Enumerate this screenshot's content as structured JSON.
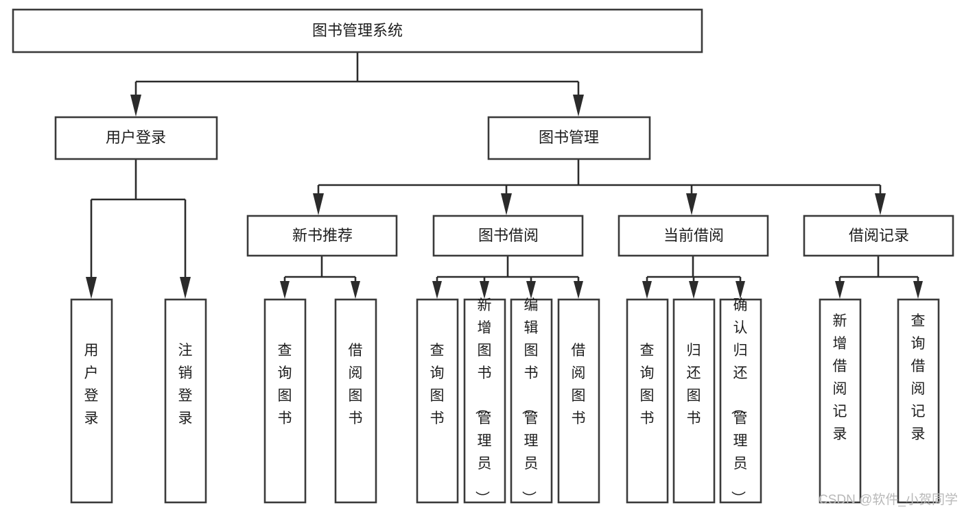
{
  "diagram": {
    "title": "图书管理系统",
    "type": "tree",
    "orientation": "top-down",
    "colors": {
      "box_stroke": "#3a3a3a",
      "box_fill": "#ffffff",
      "connector": "#2b2b2b",
      "label": "#1d1d1d",
      "background": "#ffffff",
      "watermark": "#b9b9b9"
    },
    "root": {
      "label": "图书管理系统",
      "orientation": "horizontal"
    },
    "level2": [
      {
        "label": "用户登录",
        "orientation": "horizontal"
      },
      {
        "label": "图书管理",
        "orientation": "horizontal"
      }
    ],
    "level3": [
      {
        "label": "新书推荐",
        "orientation": "horizontal"
      },
      {
        "label": "图书借阅",
        "orientation": "horizontal"
      },
      {
        "label": "当前借阅",
        "orientation": "horizontal"
      },
      {
        "label": "借阅记录",
        "orientation": "horizontal"
      }
    ],
    "leaves": {
      "user_login": [
        {
          "label": "用户登录",
          "orientation": "vertical"
        },
        {
          "label": "注销登录",
          "orientation": "vertical"
        }
      ],
      "new_book_recommend": [
        {
          "label": "查询图书",
          "orientation": "vertical"
        },
        {
          "label": "借阅图书",
          "orientation": "vertical"
        }
      ],
      "book_borrow": [
        {
          "label": "查询图书",
          "orientation": "vertical"
        },
        {
          "label": "新增图书（管理员）",
          "orientation": "vertical"
        },
        {
          "label": "编辑图书（管理员）",
          "orientation": "vertical"
        },
        {
          "label": "借阅图书",
          "orientation": "vertical"
        }
      ],
      "current_borrow": [
        {
          "label": "查询图书",
          "orientation": "vertical"
        },
        {
          "label": "归还图书",
          "orientation": "vertical"
        },
        {
          "label": "确认归还（管理员）",
          "orientation": "vertical"
        }
      ],
      "borrow_record": [
        {
          "label": "新增借阅记录",
          "orientation": "vertical"
        },
        {
          "label": "查询借阅记录",
          "orientation": "vertical"
        }
      ]
    },
    "watermark": "CSDN @软件_小贺同学"
  }
}
